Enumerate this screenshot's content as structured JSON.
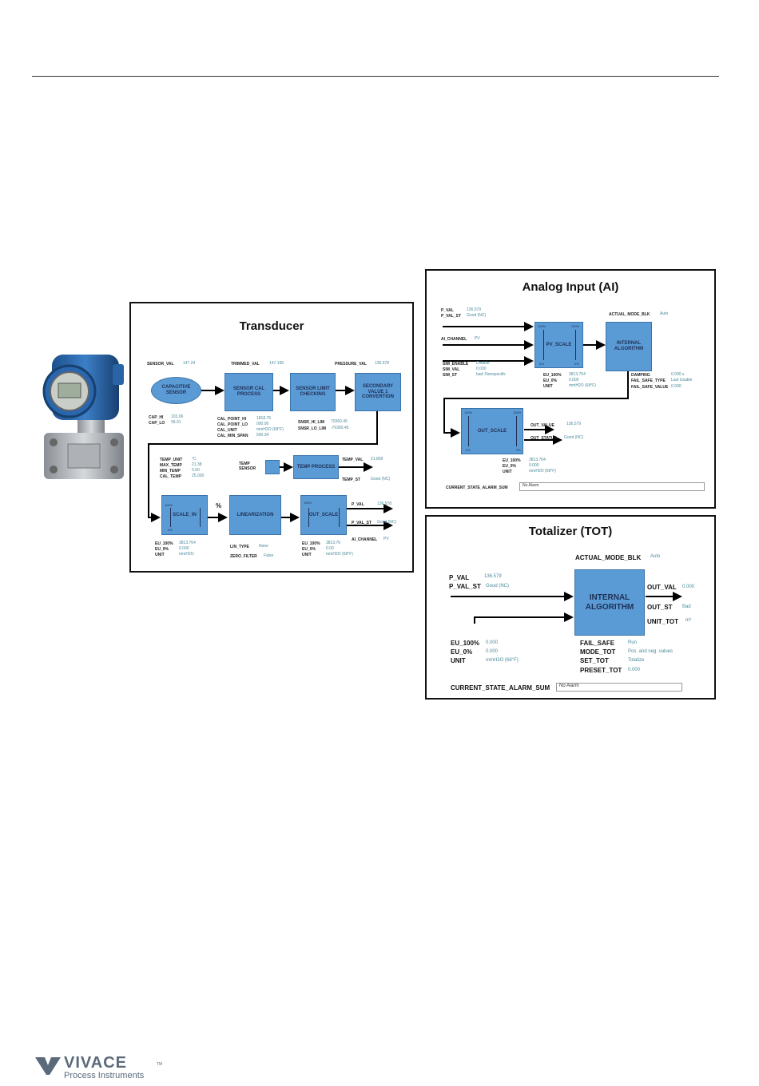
{
  "transducer": {
    "title": "Transducer",
    "blocks": {
      "capacitive": "CAPACITIVE SENSOR",
      "sensor_cal": "SENSOR CAL PROCESS",
      "sensor_limit": "SENSOR LIMIT CHECKING",
      "secondary": "SECONDARY VALUE 1 CONVERTION",
      "temp_process": "TEMP PROCESS",
      "scale_in": "SCALE_IN",
      "linearization": "LINEARIZATION",
      "out_scale": "OUT_SCALE"
    },
    "fields": {
      "sensor_val": {
        "label": "SENSOR_VAL",
        "value": "147.24"
      },
      "trimmed_val": {
        "label": "TRIMMED_VAL",
        "value": "147.199"
      },
      "pressure_val": {
        "label": "PRESSURE_VAL",
        "value": "136.578"
      },
      "cap_hi": {
        "label": "CAP_HI",
        "value": "103.06"
      },
      "cap_lo": {
        "label": "CAP_LO",
        "value": "99.91"
      },
      "cal_point_hi": {
        "label": "CAL_POINT_HI",
        "value": "1818.76"
      },
      "cal_point_lo": {
        "label": "CAL_POINT_LO",
        "value": "000.00"
      },
      "cal_unit": {
        "label": "CAL_UNIT",
        "value": "mmH2O (68°F)"
      },
      "cal_min_span": {
        "label": "CAL_MIN_SPAN",
        "value": "500.34"
      },
      "sensor_hi_lim": {
        "label": "SNSR_HI_LIM",
        "value": "70360.45"
      },
      "sensor_lo_lim": {
        "label": "SNSR_LO_LIM",
        "value": "-70360.45"
      },
      "temp_unit": {
        "label": "TEMP_UNIT",
        "value": "°C"
      },
      "max_temp": {
        "label": "MAX_TEMP",
        "value": "21.38"
      },
      "min_temp": {
        "label": "MIN_TEMP",
        "value": "0.00"
      },
      "cal_temp": {
        "label": "CAL_TEMP",
        "value": "25.000"
      },
      "temp_sensor": {
        "label": "TEMP SENSOR"
      },
      "temp_val": {
        "label": "TEMP_VAL",
        "value": "21.809"
      },
      "temp_st": {
        "label": "TEMP_ST",
        "value": "Good (NC)"
      },
      "percent": {
        "label": "%"
      },
      "eu_100_in": {
        "label": "EU_100%",
        "value": "3813.764"
      },
      "eu_0_in": {
        "label": "EU_0%",
        "value": "0.000"
      },
      "unit_in": {
        "label": "UNIT",
        "value": "mmH2O"
      },
      "lin_type": {
        "label": "LIN_TYPE",
        "value": "None"
      },
      "zero_filter": {
        "label": "ZERO_FILTER",
        "value": "False"
      },
      "eu_100_out": {
        "label": "EU_100%",
        "value": "3813.76"
      },
      "eu_0_out": {
        "label": "EU_0%",
        "value": "0.00"
      },
      "unit_out": {
        "label": "UNIT",
        "value": "mmH2O (68°F)"
      },
      "p_val": {
        "label": "P_VAL",
        "value": "136.578"
      },
      "p_val_st": {
        "label": "P_VAL_ST",
        "value": "Good (NC)"
      },
      "ai_channel": {
        "label": "AI_CHANNEL",
        "value": "PV"
      }
    },
    "pcts": {
      "p100": "100%",
      "p0": "0%"
    }
  },
  "ai": {
    "title": "Analog Input (AI)",
    "blocks": {
      "pv_scale": "PV_SCALE",
      "internal": "INTERNAL ALGORITHM",
      "out_scale": "OUT_SCALE"
    },
    "fields": {
      "p_val": {
        "label": "P_VAL",
        "value": "136.579"
      },
      "p_val_st": {
        "label": "P_VAL_ST",
        "value": "Good (NC)"
      },
      "ai_channel": {
        "label": "AI_CHANNEL",
        "value": "PV"
      },
      "sim_enable": {
        "label": "SIM_ENABLE",
        "value": "Disable"
      },
      "sim_val": {
        "label": "SIM_VAL",
        "value": "0.000"
      },
      "sim_st": {
        "label": "SIM_ST",
        "value": "bad::Nonspecific"
      },
      "actual_mode": {
        "label": "ACTUAL_MODE_BLK",
        "value": "Auto"
      },
      "damping": {
        "label": "DAMPING",
        "value": "0.000 s"
      },
      "fail_safe_type": {
        "label": "FAIL_SAFE_TYPE",
        "value": "Last Usable"
      },
      "fail_safe_value": {
        "label": "FAIL_SAFE_VALUE",
        "value": "0.000"
      },
      "eu_100_pv": {
        "label": "EU_100%",
        "value": "3813.764"
      },
      "eu_0_pv": {
        "label": "EU_0%",
        "value": "0.000"
      },
      "unit_pv": {
        "label": "UNIT",
        "value": "mmH2O (68°F)"
      },
      "out_value": {
        "label": "OUT_VALUE",
        "value": "136.579"
      },
      "out_status": {
        "label": "OUT_STATUS",
        "value": "Good (NC)"
      },
      "eu_100_out": {
        "label": "EU_100%",
        "value": "3813.764"
      },
      "eu_0_out": {
        "label": "EU_0%",
        "value": "0.000"
      },
      "unit_out": {
        "label": "UNIT",
        "value": "mmH2O (68°F)"
      },
      "alarm": {
        "label": "CURRENT_STATE_ALARM_SUM",
        "value": "No Alarm"
      }
    },
    "pcts": {
      "p100": "100%",
      "p0": "0%"
    }
  },
  "tot": {
    "title": "Totalizer (TOT)",
    "blocks": {
      "internal": "INTERNAL ALGORITHM"
    },
    "fields": {
      "actual_mode": {
        "label": "ACTUAL_MODE_BLK",
        "value": "Auto"
      },
      "p_val": {
        "label": "P_VAL",
        "value": "136.579"
      },
      "p_val_st": {
        "label": "P_VAL_ST",
        "value": "Good (NC)"
      },
      "out_val": {
        "label": "OUT_VAL",
        "value": "0.000"
      },
      "out_st": {
        "label": "OUT_ST",
        "value": "Bad"
      },
      "unit_tot": {
        "label": "UNIT_TOT",
        "value": "m³"
      },
      "eu_100": {
        "label": "EU_100%",
        "value": "0.000"
      },
      "eu_0": {
        "label": "EU_0%",
        "value": "0.000"
      },
      "unit": {
        "label": "UNIT",
        "value": "mmH2O (68°F)"
      },
      "fail_safe": {
        "label": "FAIL_SAFE",
        "value": "Run"
      },
      "mode_tot": {
        "label": "MODE_TOT",
        "value": "Pos. and neg. values"
      },
      "set_tot": {
        "label": "SET_TOT",
        "value": "Totalize"
      },
      "preset_tot": {
        "label": "PRESET_TOT",
        "value": "0.000"
      },
      "alarm": {
        "label": "CURRENT_STATE_ALARM_SUM",
        "value": "No Alarm"
      }
    }
  },
  "logo": {
    "word": "VIVACE",
    "tm": "TM",
    "subtitle": "Process Instruments"
  },
  "colors": {
    "block_fill": "#5b9bd5",
    "value_text": "#4a8a9a",
    "logo": "#5a6a7a"
  }
}
